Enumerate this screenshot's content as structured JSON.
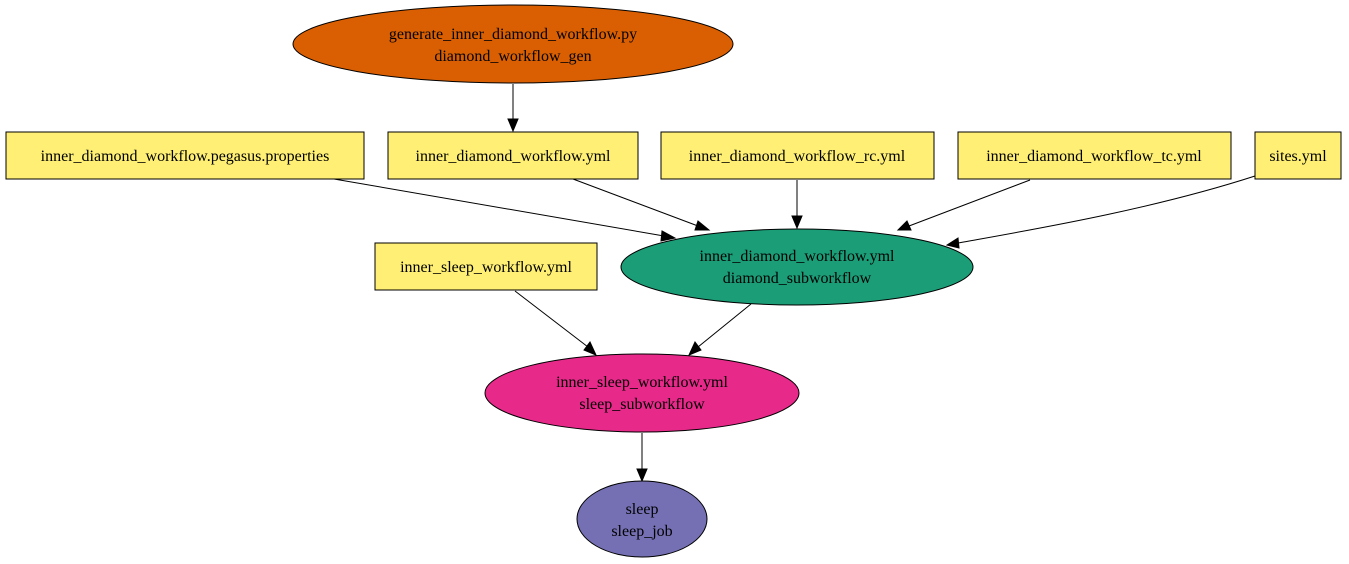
{
  "colors": {
    "file": "#fff075",
    "generator": "#d95f02",
    "diamond_subworkflow": "#1b9e77",
    "sleep_subworkflow": "#e7298a",
    "sleep_job": "#7570b3"
  },
  "nodes": {
    "gen": {
      "line1": "generate_inner_diamond_workflow.py",
      "line2": "diamond_workflow_gen"
    },
    "props": {
      "label": "inner_diamond_workflow.pegasus.properties"
    },
    "dyml": {
      "label": "inner_diamond_workflow.yml"
    },
    "rc": {
      "label": "inner_diamond_workflow_rc.yml"
    },
    "tc": {
      "label": "inner_diamond_workflow_tc.yml"
    },
    "sites": {
      "label": "sites.yml"
    },
    "syml": {
      "label": "inner_sleep_workflow.yml"
    },
    "dsub": {
      "line1": "inner_diamond_workflow.yml",
      "line2": "diamond_subworkflow"
    },
    "ssub": {
      "line1": "inner_sleep_workflow.yml",
      "line2": "sleep_subworkflow"
    },
    "job": {
      "line1": "sleep",
      "line2": "sleep_job"
    }
  }
}
